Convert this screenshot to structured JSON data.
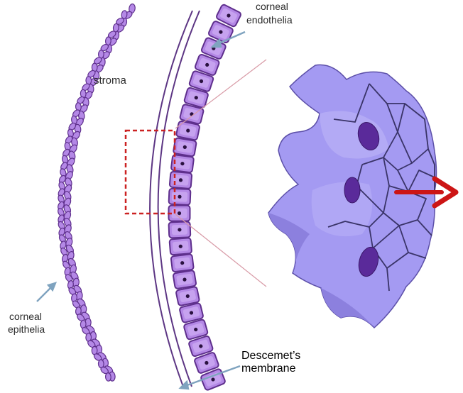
{
  "labels": {
    "stroma": "stroma",
    "corneal_endothelia": [
      "corneal",
      "endothelia"
    ],
    "corneal_epithelia": [
      "corneal",
      "epithelia"
    ],
    "descemets_membrane": [
      "Descemet’s",
      "membrane"
    ]
  },
  "colors": {
    "cell_fill": "#b488e6",
    "cell_fill_light": "#d6b8f6",
    "cell_outline": "#5e2f8c",
    "nucleus": "#2a1140",
    "membrane_line": "#5d3684",
    "zoom_panel_fill": "#a49af2",
    "zoom_panel_shade": "#8c80de",
    "zoom_outline": "#3a3468",
    "zoom_nucleus": "#5a2a9a",
    "arrow_blue": "#7fa3bf",
    "arrow_red": "#cc1515",
    "highlight_box": "#cc2222",
    "zoom_guide": "#d89aa6"
  },
  "icons": {
    "direction_arrow": "red-right-arrow-icon",
    "pointer_arrow": "blue-pointer-arrow-icon"
  }
}
